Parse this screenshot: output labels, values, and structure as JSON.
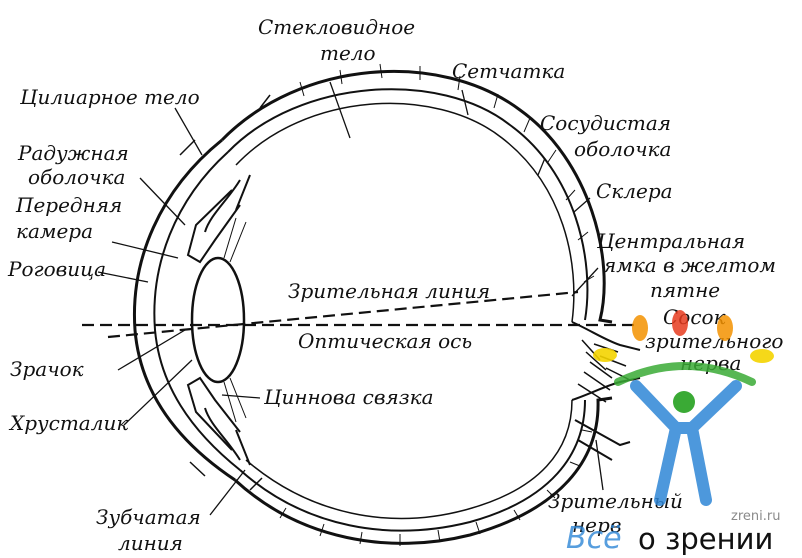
{
  "labels": {
    "vitreous_1": "Стекловидное",
    "vitreous_2": "тело",
    "retina": "Сетчатка",
    "choroid_1": "Сосудистая",
    "choroid_2": "оболочка",
    "sclera": "Склера",
    "fovea_1": "Центральная",
    "fovea_2": "ямка в желтом",
    "fovea_3": "пятне",
    "disc_1": "Сосок",
    "disc_2": "зрительного",
    "disc_3": "нерва",
    "ciliary": "Цилиарное тело",
    "iris_1": "Радужная",
    "iris_2": "оболочка",
    "anterior_1": "Передняя",
    "anterior_2": "камера",
    "cornea": "Роговица",
    "pupil": "Зрачок",
    "lens": "Хрусталик",
    "visual_line": "Зрительная линия",
    "optical_axis": "Оптическая ось",
    "zonule": "Циннова связка",
    "ora_1": "Зубчатая",
    "ora_2": "линия",
    "nerve_1": "Зрительный",
    "nerve_2": "нерв"
  },
  "watermark": {
    "site": "zreni.ru",
    "brand_prefix": "Всё",
    "brand_suffix": "о зрении"
  },
  "colors": {
    "line": "#111111",
    "logo_blue": "#2e86d6",
    "logo_green": "#3aaa35",
    "logo_yellow": "#f4d400",
    "logo_orange": "#f39200",
    "logo_red": "#e63b1f"
  }
}
